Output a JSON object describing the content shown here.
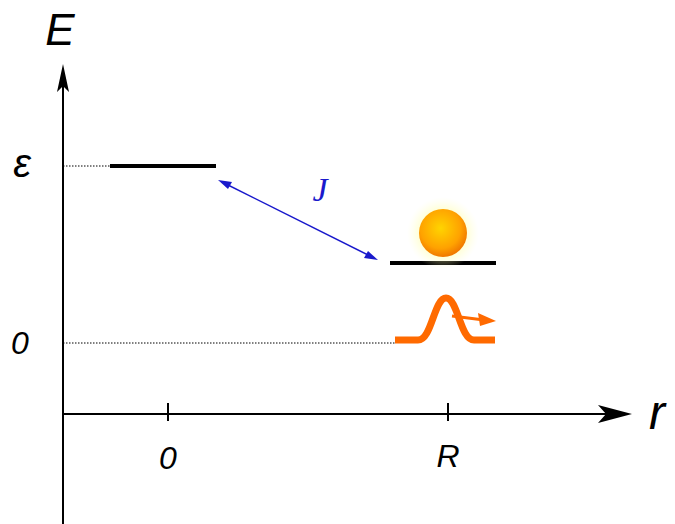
{
  "diagram": {
    "labels": [
      "E",
      "ε",
      "J",
      "0",
      "r",
      "0",
      "R"
    ]
  }
}
